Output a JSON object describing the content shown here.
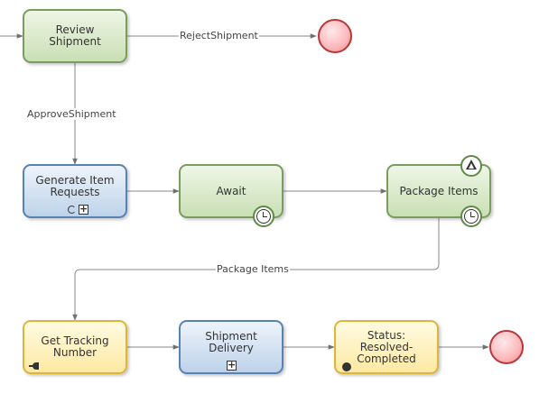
{
  "nodes": {
    "review_shipment": {
      "label": "Review\nShipment"
    },
    "generate_item_requests": {
      "label": "Generate Item\nRequests"
    },
    "await": {
      "label": "Await"
    },
    "package_items": {
      "label": "Package Items"
    },
    "get_tracking_number": {
      "label": "Get Tracking\nNumber"
    },
    "shipment_delivery": {
      "label": "Shipment\nDelivery"
    },
    "status_resolved": {
      "label": "Status:\nResolved-\nCompleted"
    }
  },
  "edge_labels": {
    "reject_shipment": "RejectShipment",
    "approve_shipment": "ApproveShipment",
    "package_items": "Package Items"
  },
  "colors": {
    "task_green_border": "#7a9c5e",
    "task_blue_border": "#5882b6",
    "task_yellow_border": "#ddb43c",
    "end_event_border": "#b8373b",
    "connector": "#707070"
  },
  "icons": {
    "subprocess": "plus-square-icon",
    "loop": "loop-icon",
    "timer": "clock-icon",
    "signal": "triangle-signal-icon",
    "connector": "plug-icon",
    "service": "gear-icon",
    "end": "end-event-icon"
  }
}
